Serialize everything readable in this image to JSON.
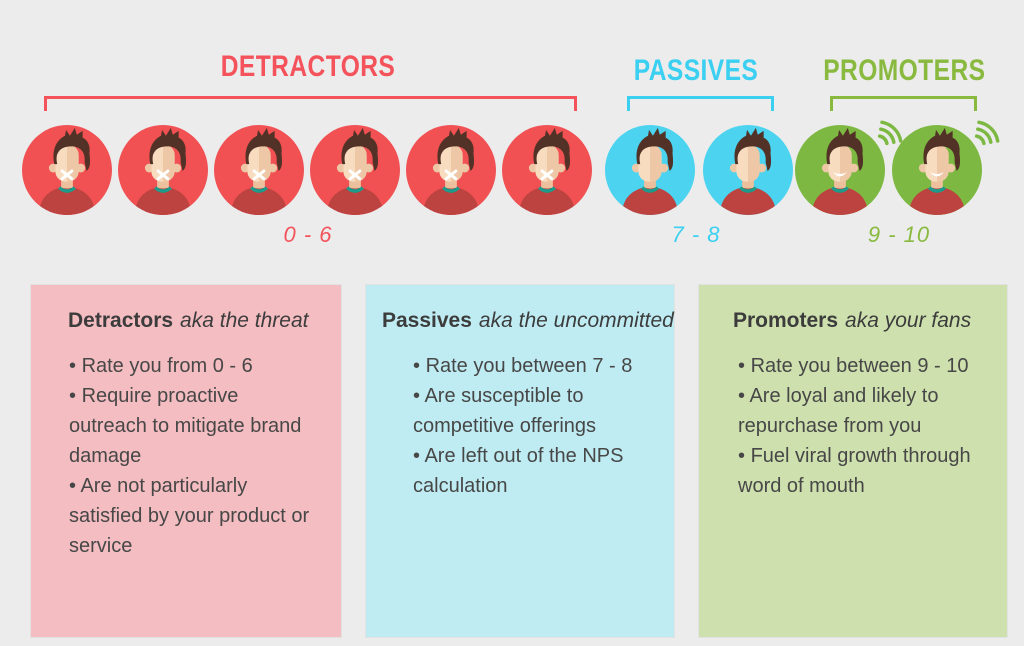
{
  "background": "#ececec",
  "groups": [
    {
      "id": "detractors",
      "label": "DETRACTORS",
      "range_label": "0 - 6",
      "accent": "#f4535c",
      "avatar_bg": "#f15153",
      "avatar_count": 6,
      "mouth": "taped",
      "has_signal": false
    },
    {
      "id": "passives",
      "label": "PASSIVES",
      "range_label": "7 - 8",
      "accent": "#3bd0f1",
      "avatar_bg": "#4bd3f0",
      "avatar_count": 2,
      "mouth": "neutral",
      "has_signal": false
    },
    {
      "id": "promoters",
      "label": "PROMOTERS",
      "range_label": "9 - 10",
      "accent": "#89ba3f",
      "avatar_bg": "#7db942",
      "avatar_count": 2,
      "mouth": "smile",
      "has_signal": true
    }
  ],
  "avatar_style": {
    "shirt": "#bc4340",
    "collar": "#1d9a8a",
    "hair": "#523226",
    "skin_light": "#f8dcc0",
    "skin_dark": "#eec8a6",
    "neck": "#ecc09c",
    "mouth": "#ffffff"
  },
  "cards": [
    {
      "title": "Detractors",
      "subtitle": "aka the threat",
      "bg": "#f4bdc1",
      "bullets": [
        "Rate you from 0 - 6",
        "Require proactive outreach to mitigate brand damage",
        "Are not particularly satisfied by your product or service"
      ]
    },
    {
      "title": "Passives",
      "subtitle": "aka the uncommitted",
      "bg": "#bfecf2",
      "bullets": [
        "Rate you between 7 - 8",
        "Are susceptible to competitive offerings",
        "Are left out of the NPS calculation"
      ]
    },
    {
      "title": "Promoters",
      "subtitle": "aka your fans",
      "bg": "#cee0ae",
      "bullets": [
        "Rate you between 9 - 10",
        "Are loyal and likely to repurchase from you",
        "Fuel viral growth through word of mouth"
      ]
    }
  ]
}
